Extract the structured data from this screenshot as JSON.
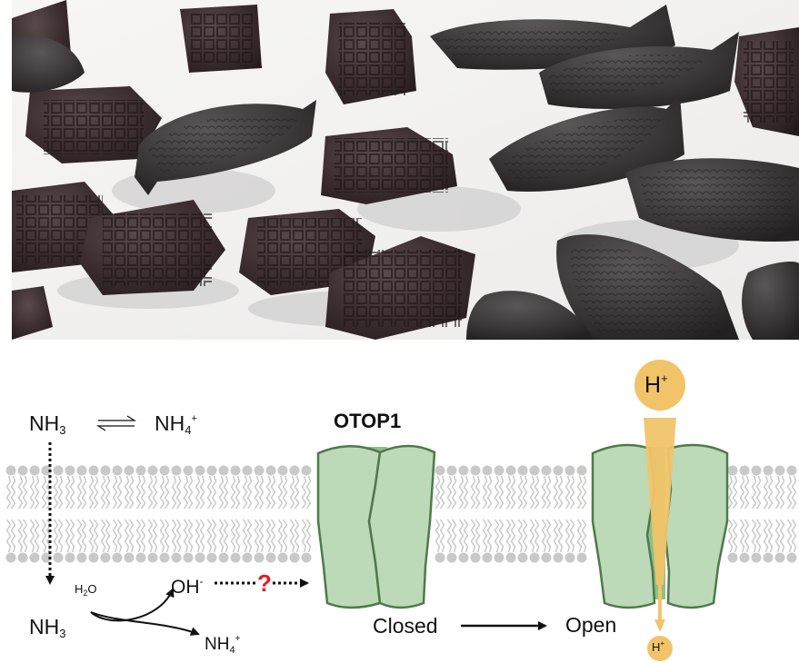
{
  "photo": {
    "description_icon": "licorice-candies-photo"
  },
  "diagram": {
    "equilibrium": {
      "left_base": "NH",
      "left_sub": "3",
      "arrow_icon": "equilibrium-arrows-icon",
      "right_base": "NH",
      "right_sub": "4",
      "right_sup": "+"
    },
    "inside": {
      "nh3_base": "NH",
      "nh3_sub": "3",
      "h2o_base": "H",
      "h2o_sub": "2",
      "h2o_tail": "O",
      "oh_base": "OH",
      "oh_sup": "-",
      "nh4_base": "NH",
      "nh4_sub": "4",
      "nh4_sup": "+",
      "question": "?"
    },
    "channel": {
      "title": "OTOP1",
      "closed_label": "Closed",
      "open_label": "Open",
      "proton_top": "H",
      "proton_top_sup": "+",
      "proton_bottom": "H",
      "proton_bottom_sup": "+"
    },
    "colors": {
      "channel_fill": "#bcd9b8",
      "channel_stroke": "#4e7a4a",
      "channel_core": "#8fbf8a",
      "proton": "#f1c46a",
      "membrane": "#c9c9c9",
      "question": "#e02020"
    }
  }
}
